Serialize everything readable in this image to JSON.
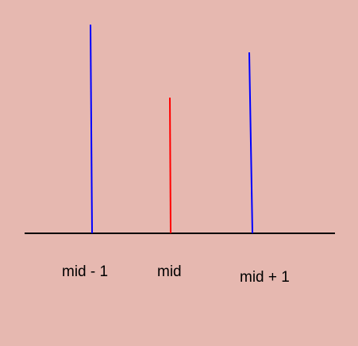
{
  "labels": {
    "left": "mid - 1",
    "center": "mid",
    "right": "mid + 1"
  },
  "colors": {
    "background": "#e6b8b0",
    "baseline": "#000000",
    "neighbor_bars": "#0000ff",
    "mid_bar": "#ff0000"
  }
}
